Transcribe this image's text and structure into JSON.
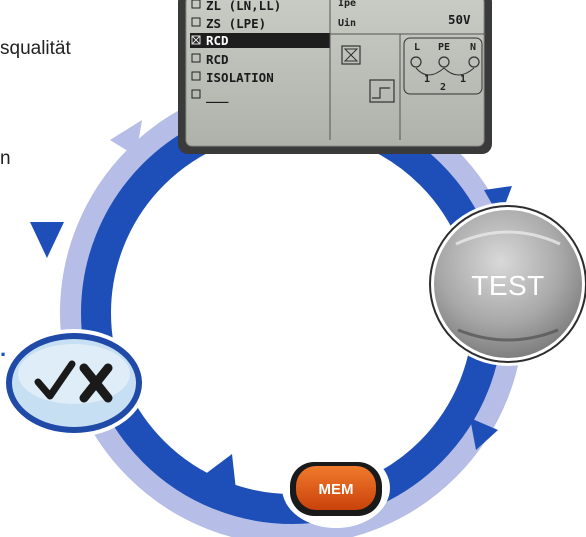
{
  "fragments": {
    "left_top": "squalität",
    "left_middle": "n",
    "left_dot": "."
  },
  "lcd": {
    "menu_items": [
      "ZL (LN,LL)",
      "ZS (LPE)",
      "RCD",
      "RCD",
      "ISOLATION",
      "___"
    ],
    "selected_index": 2,
    "header_left_top": "Ipe",
    "header_left": "Uin",
    "header_value": "50V",
    "terminal_labels": [
      "L",
      "PE",
      "N"
    ],
    "terminal_numbers": [
      "1",
      "2",
      "1"
    ]
  },
  "buttons": {
    "test_label": "TEST",
    "mem_label": "MEM",
    "check_cross_icon": "check-cross-icon"
  },
  "colors": {
    "arrow_dark": "#1e4fb8",
    "arrow_light": "#b6bde6",
    "test_button": "#9a9a9a",
    "mem_button": "#e0500e",
    "check_button": "#b9d6ee"
  }
}
